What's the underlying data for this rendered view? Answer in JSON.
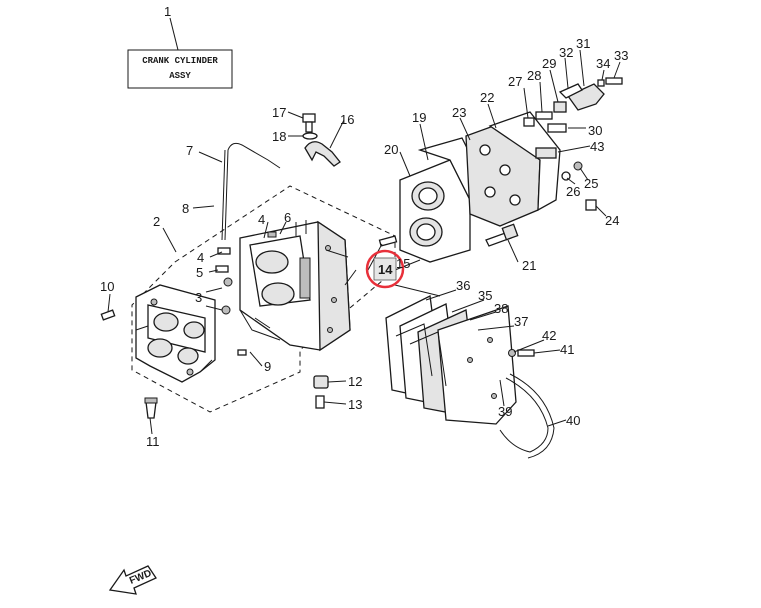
{
  "title_box": {
    "line1": "CRANK CYLINDER",
    "line2": "ASSY"
  },
  "fwd_label": "FWD",
  "highlight": {
    "part": "14",
    "color": "#e8303a"
  },
  "callouts": [
    "1",
    "2",
    "3",
    "4",
    "5",
    "6",
    "7",
    "8",
    "9",
    "10",
    "11",
    "12",
    "13",
    "14",
    "15",
    "16",
    "17",
    "18",
    "19",
    "20",
    "21",
    "22",
    "23",
    "24",
    "25",
    "26",
    "27",
    "28",
    "29",
    "30",
    "31",
    "32",
    "33",
    "34",
    "35",
    "36",
    "37",
    "38",
    "39",
    "40",
    "41",
    "42",
    "43"
  ]
}
